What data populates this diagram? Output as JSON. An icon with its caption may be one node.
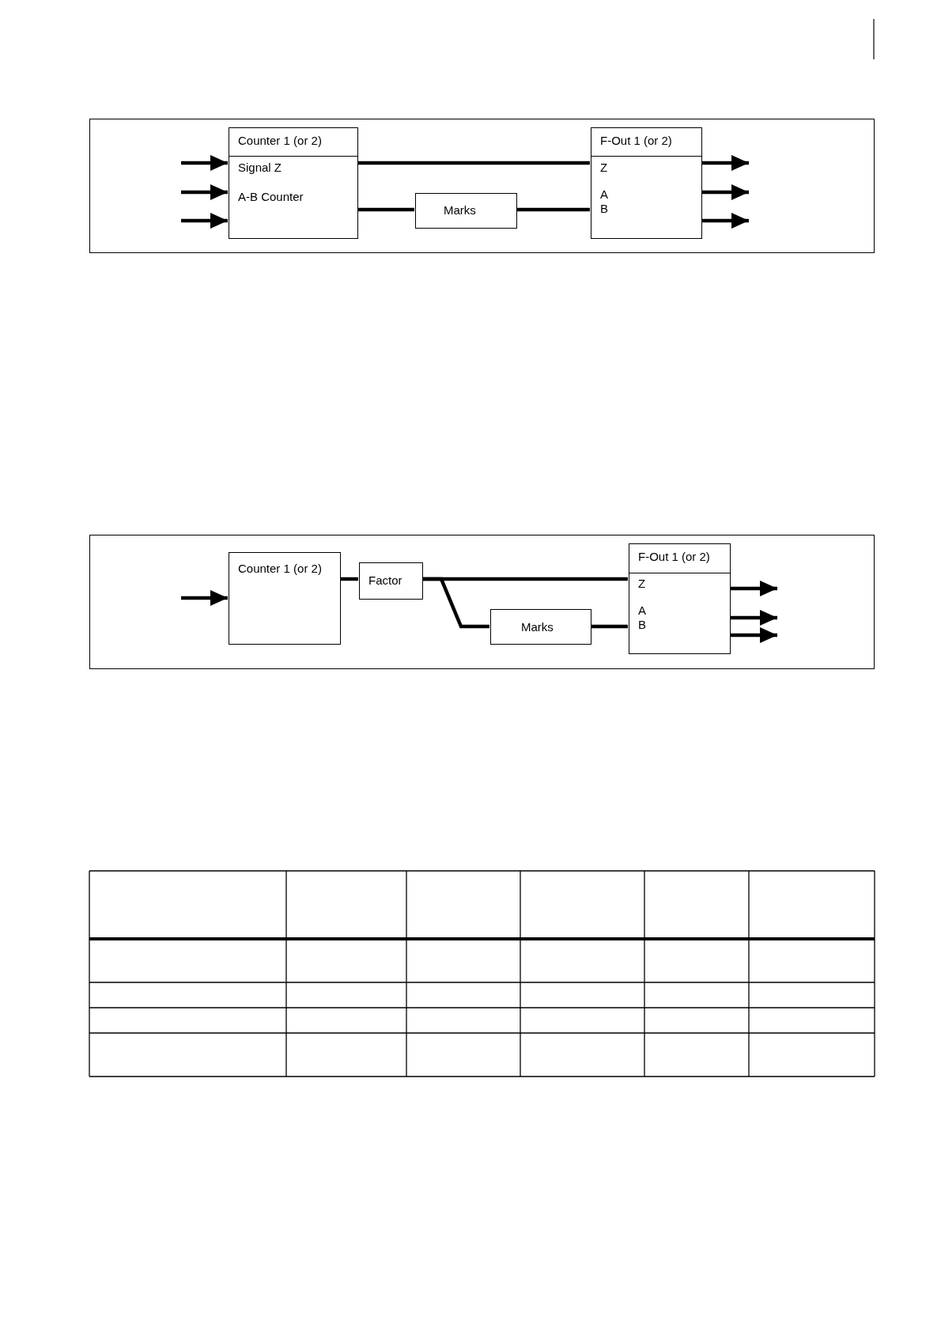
{
  "diagram": {
    "nodes": [
      {
        "text": [],
        "shape": "box"
      },
      {
        "text": [
          "Counter 1 (or 2)",
          "Signal Z",
          "A-B Counter"
        ],
        "in": 0
      },
      {
        "text": [
          "Marks"
        ],
        "in": 0
      },
      {
        "text": [
          "F-Out 1 (or 2)",
          "Z",
          "A",
          "B"
        ],
        "in": 0
      },
      {
        "text": [],
        "shape": "box"
      },
      {
        "text": [
          "Counter 1 (or 2)"
        ],
        "in": 4
      },
      {
        "text": [
          "Factor"
        ],
        "in": 4
      },
      {
        "text": [
          "Marks"
        ],
        "in": 4
      },
      {
        "text": [
          "F-Out 1 (or 2)",
          "Z",
          "A",
          "B"
        ],
        "in": 4
      }
    ],
    "edges": [
      {
        "from": null,
        "to": 1,
        "arrow": "to"
      },
      {
        "from": null,
        "to": 1,
        "arrow": "to"
      },
      {
        "from": null,
        "to": 1,
        "arrow": "to"
      },
      {
        "from": 1,
        "to": 3,
        "arrow": "none"
      },
      {
        "from": 1,
        "to": 2,
        "arrow": "none"
      },
      {
        "from": 2,
        "to": 3,
        "arrow": "none"
      },
      {
        "from": 3,
        "to": null,
        "arrow": "to"
      },
      {
        "from": 3,
        "to": null,
        "arrow": "to"
      },
      {
        "from": 3,
        "to": null,
        "arrow": "to"
      },
      {
        "from": null,
        "to": 5,
        "arrow": "to"
      },
      {
        "from": 5,
        "to": 6,
        "arrow": "none"
      },
      {
        "from": 6,
        "to": 8,
        "arrow": "none"
      },
      {
        "from": 6,
        "to": 7,
        "arrow": "none"
      },
      {
        "from": 7,
        "to": 8,
        "arrow": "none"
      },
      {
        "from": 8,
        "to": null,
        "arrow": "to"
      },
      {
        "from": 8,
        "to": null,
        "arrow": "to"
      },
      {
        "from": 8,
        "to": null,
        "arrow": "to"
      }
    ]
  }
}
